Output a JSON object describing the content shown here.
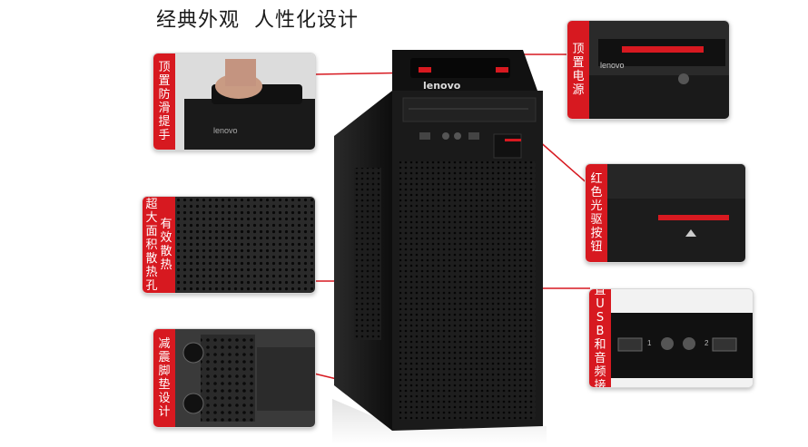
{
  "title": "经典外观  人性化设计",
  "brand": "lenovo",
  "callouts": {
    "handle": {
      "label": "顶置防滑提手"
    },
    "power": {
      "label": "顶置电源"
    },
    "eject": {
      "label": "红色光驱按钮"
    },
    "vents": {
      "label_col1": "超大面积散热孔",
      "label_col2": "有效散热"
    },
    "ports": {
      "label": "前置USB和音频接口",
      "port1": "1",
      "port2": "2"
    },
    "feet": {
      "label": "减震脚垫设计"
    }
  },
  "colors": {
    "accent": "#d71920",
    "case": "#1c1c1c"
  }
}
